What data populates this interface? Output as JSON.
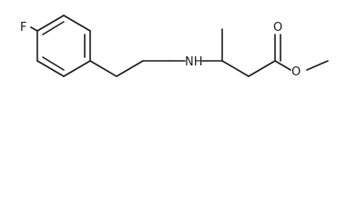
{
  "atoms": {
    "fluorine": "F",
    "amine": "NH",
    "carbonyl_oxygen": "O",
    "ester_oxygen": "O"
  }
}
